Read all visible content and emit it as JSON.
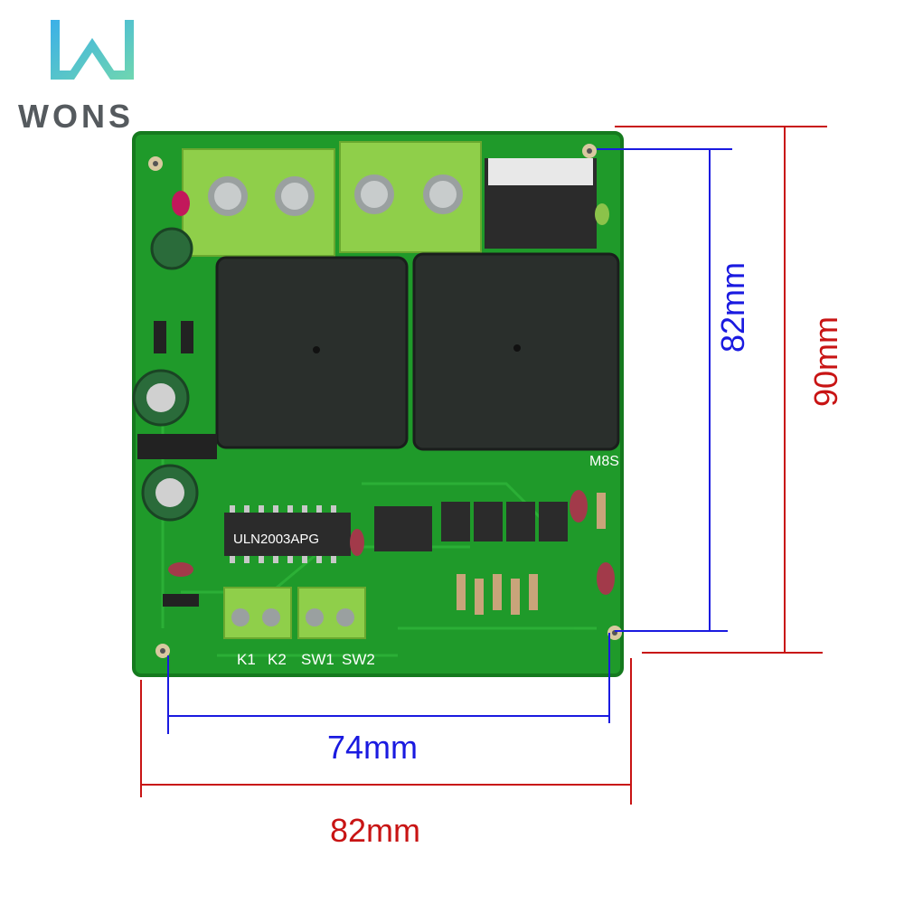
{
  "brand": {
    "name": "WONS",
    "logo_icon": "wons-w-logo-icon",
    "colors": {
      "logo_gradient_start": "#3bb0e8",
      "logo_gradient_end": "#6fd6b0",
      "text": "#555a5e"
    }
  },
  "dimensions": {
    "inner_height": "82mm",
    "outer_height": "90mm",
    "inner_width": "74mm",
    "outer_width": "82mm",
    "inner_color": "#1a1ae0",
    "outer_color": "#c81414"
  },
  "board": {
    "chip_label": "ULN2003APG",
    "model_label": "M8S",
    "terminal_labels": [
      "K1",
      "K2",
      "SW1",
      "SW2"
    ],
    "colors": {
      "pcb": "#1f9a2a",
      "relay": "#2a2f2c",
      "terminal": "#8fcf4a"
    }
  }
}
